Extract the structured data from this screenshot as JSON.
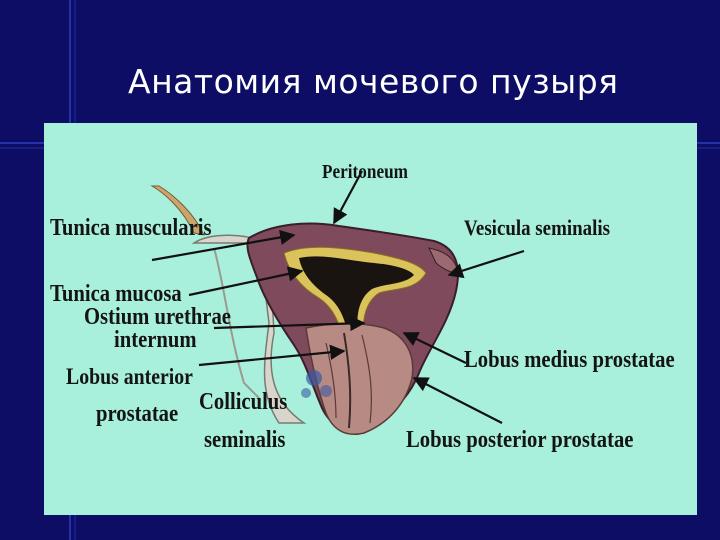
{
  "slide": {
    "title": "Анатомия мочевого пузыря",
    "colors": {
      "background": "#0d0d66",
      "panel": "#a8f0dc",
      "title_text": "#ffffff",
      "label_text": "#141414"
    }
  },
  "diagram": {
    "labels": {
      "peritoneum": "Peritoneum",
      "tunica_muscularis": "Tunica muscularis",
      "vesicula_seminalis": "Vesicula seminalis",
      "tunica_mucosa": "Tunica mucosa",
      "ostium_urethrae": "Ostium urethrae",
      "internum": "internum",
      "lobus_anterior": "Lobus anterior",
      "prostatae": "prostatae",
      "colliculus": "Colliculus",
      "seminalis": "seminalis",
      "lobus_medius": "Lobus medius prostatae",
      "lobus_posterior": "Lobus posterior prostatae"
    }
  }
}
